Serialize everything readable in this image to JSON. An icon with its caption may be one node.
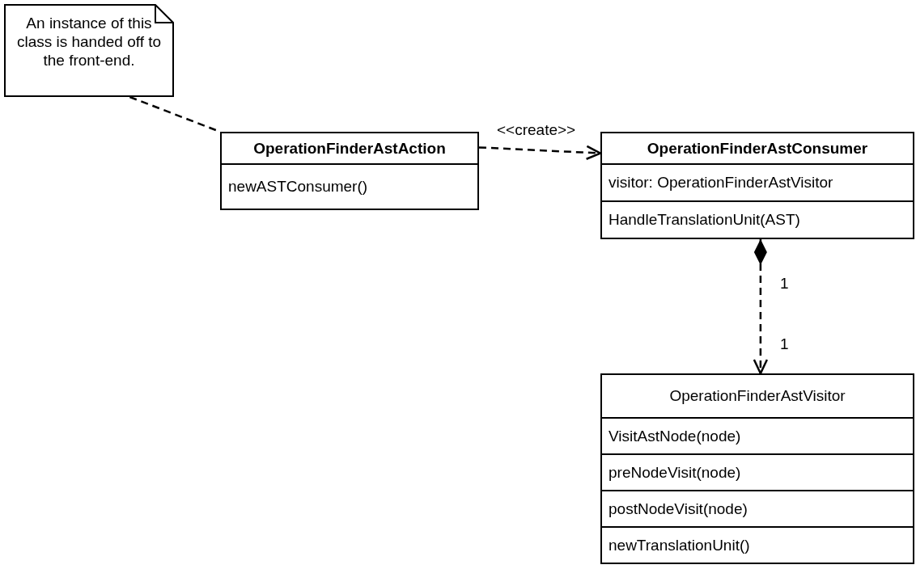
{
  "diagram": {
    "nodes": [
      {
        "text": [
          "An instance of this class is handed off to the front-end."
        ]
      },
      {
        "text": [
          "OperationFinderAstAction",
          "newASTConsumer()"
        ]
      },
      {
        "text": [
          "OperationFinderAstConsumer",
          "visitor: OperationFinderAstVisitor",
          "HandleTranslationUnit(AST)"
        ]
      },
      {
        "text": [
          "OperationFinderAstVisitor",
          "VisitAstNode(node)",
          "preNodeVisit(node)",
          "postNodeVisit(node)",
          "newTranslationUnit()"
        ]
      }
    ],
    "edges": [
      {
        "from": 0,
        "to": 1,
        "arrow": "none",
        "style": "dashed"
      },
      {
        "from": 1,
        "to": 2,
        "arrow": "to",
        "style": "dashed",
        "label": "<<create>>"
      },
      {
        "from": 2,
        "to": 3,
        "arrow": "to",
        "style": "dashed"
      }
    ],
    "labels": [
      "1",
      "1"
    ]
  }
}
